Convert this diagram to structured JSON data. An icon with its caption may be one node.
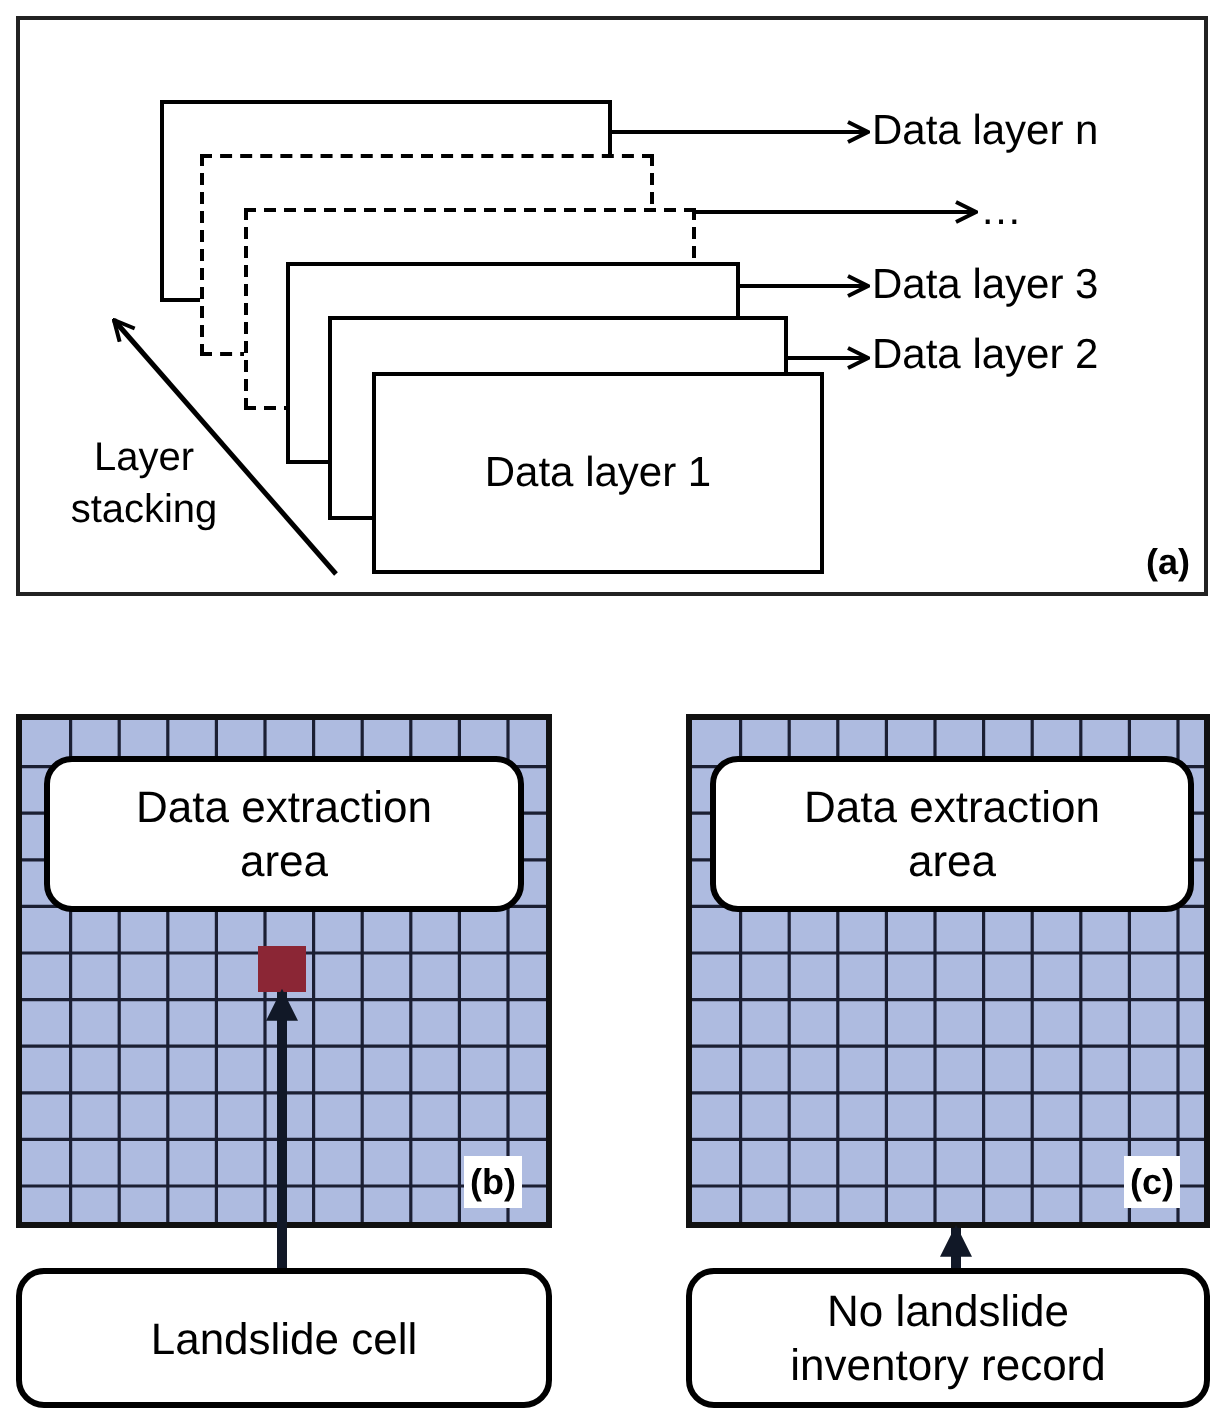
{
  "diagram": {
    "nodes": [
      {
        "text": [
          "(a)"
        ]
      },
      {
        "text": [],
        "shape": "box",
        "in": 0
      },
      {
        "text": [],
        "shape": "box",
        "in": 0
      },
      {
        "text": [],
        "shape": "box",
        "in": 0
      },
      {
        "text": [],
        "shape": "box",
        "in": 0
      },
      {
        "text": [],
        "shape": "box",
        "in": 0
      },
      {
        "text": [
          "Data layer 1"
        ],
        "in": 0
      },
      {
        "text": [
          "Data layer n"
        ],
        "in": 0
      },
      {
        "text": [
          "…"
        ],
        "in": 0
      },
      {
        "text": [
          "Data layer 3"
        ],
        "in": 0
      },
      {
        "text": [
          "Data layer 2"
        ],
        "in": 0
      },
      {
        "text": [
          "(b)"
        ]
      },
      {
        "text": [
          "Data extraction area"
        ],
        "in": 11
      },
      {
        "text": [],
        "shape": "box",
        "in": 11
      },
      {
        "text": [
          "Landslide cell"
        ]
      },
      {
        "text": [
          "(c)"
        ]
      },
      {
        "text": [
          "Data extraction area"
        ],
        "in": 15
      },
      {
        "text": [
          "No landslide inventory record"
        ]
      }
    ],
    "edges": [
      {
        "from": 1,
        "to": 7,
        "arrow": "to"
      },
      {
        "from": 3,
        "to": 8,
        "arrow": "to"
      },
      {
        "from": 4,
        "to": 9,
        "arrow": "to"
      },
      {
        "from": 5,
        "to": 10,
        "arrow": "to"
      },
      {
        "from": 14,
        "to": 13,
        "arrow": "to",
        "style": "thick"
      },
      {
        "from": 17,
        "to": 15,
        "arrow": "to",
        "style": "thick"
      }
    ],
    "labels": [
      "Layer stacking"
    ]
  }
}
